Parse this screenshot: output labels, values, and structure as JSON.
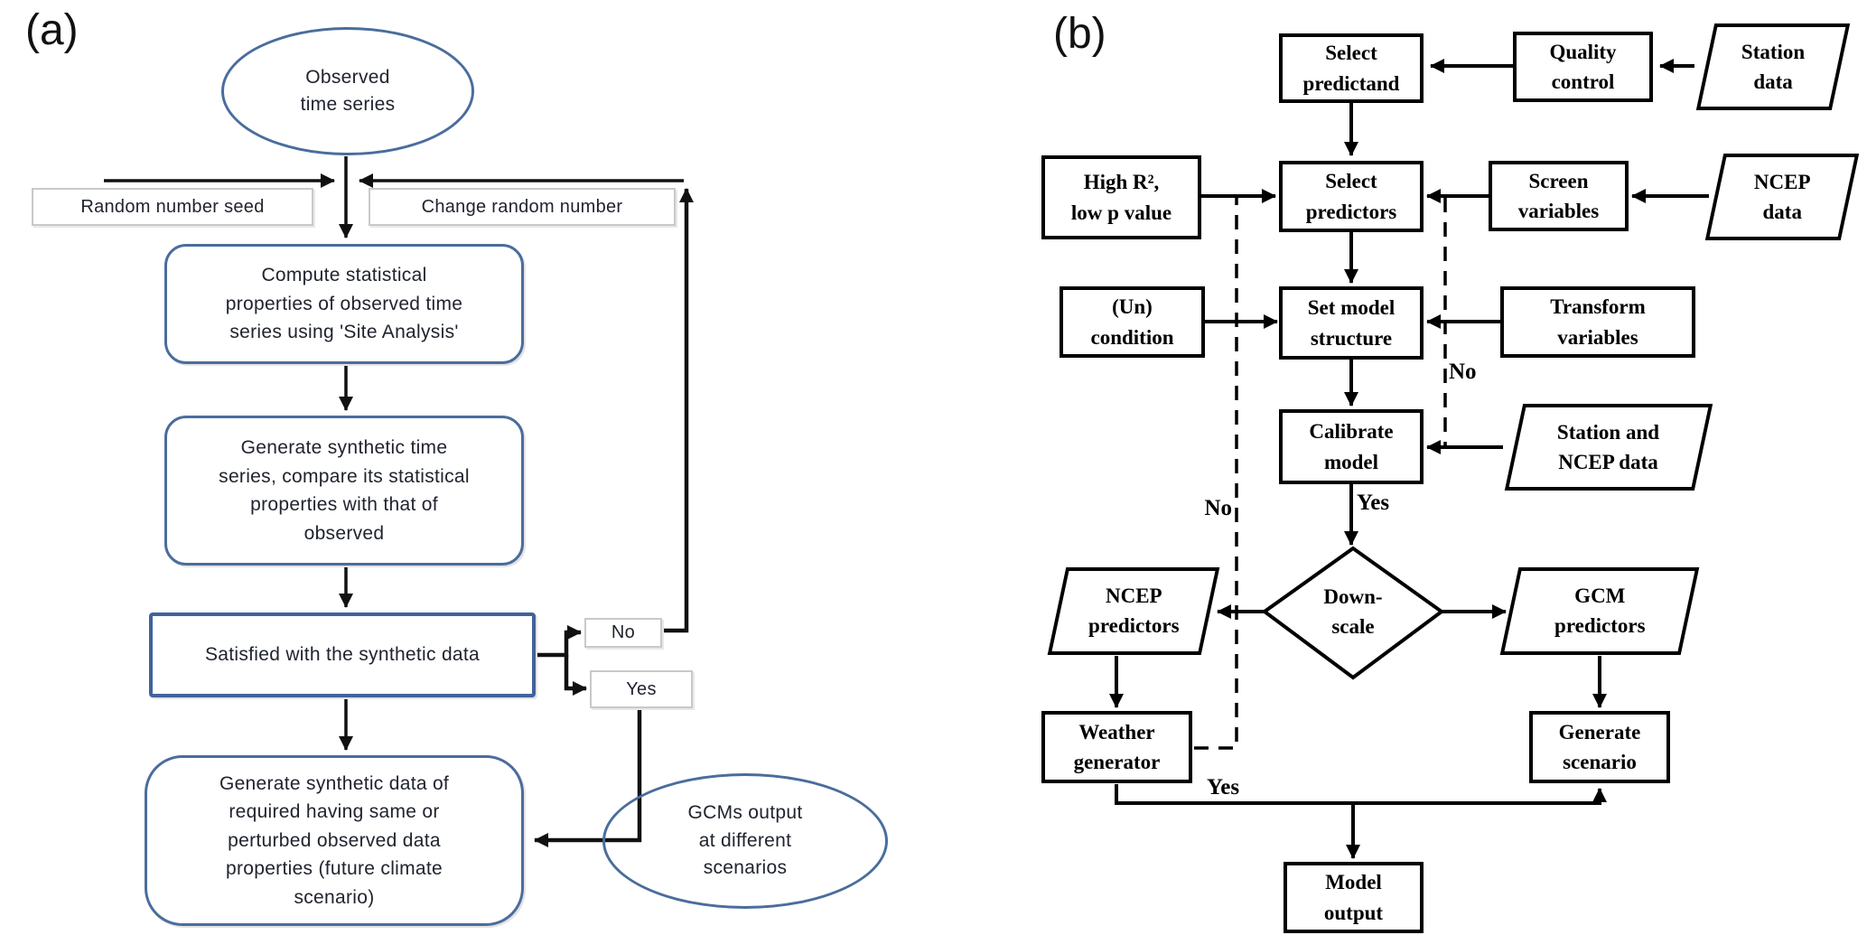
{
  "panel_a": {
    "label": "(a)",
    "observed_ellipse": "Observed\ntime series",
    "random_seed_box": "Random  number seed",
    "change_random_box": "Change random number",
    "compute_box": "Compute statistical\nproperties of observed time\nseries using 'Site Analysis'",
    "generate_box": "Generate synthetic  time\nseries, compare its statistical\nproperties with  that of\nobserved",
    "satisfied_box": "Satisfied with the  synthetic data",
    "no_label": "No",
    "yes_label": "Yes",
    "output_box": "Generate synthetic data of\nrequired  having same or\nperturbed observed data\nproperties (future climate\nscenario)",
    "gcm_ellipse": "GCMs output\nat different\nscenarios",
    "accent_color": "#4a6d9c"
  },
  "panel_b": {
    "label": "(b)",
    "select_predictand": "Select\npredictand",
    "quality_control": "Quality\ncontrol",
    "station_data": "Station\ndata",
    "high_r2": "High R²,\nlow p value",
    "select_predictors": "Select\npredictors",
    "screen_variables": "Screen\nvariables",
    "ncep_data": "NCEP\ndata",
    "un_condition": "(Un)\ncondition",
    "set_model_structure": "Set model\nstructure",
    "transform_variables": "Transform\nvariables",
    "calibrate_model": "Calibrate\nmodel",
    "station_ncep_data": "Station and\nNCEP data",
    "downscale": "Down-\nscale",
    "ncep_predictors": "NCEP\npredictors",
    "gcm_predictors": "GCM\npredictors",
    "weather_generator": "Weather\ngenerator",
    "generate_scenario": "Generate\nscenario",
    "model_output": "Model\noutput",
    "yes_calibrate": "Yes",
    "no_right": "No",
    "no_left": "No",
    "yes_bottom": "Yes",
    "line_color": "#000000"
  }
}
